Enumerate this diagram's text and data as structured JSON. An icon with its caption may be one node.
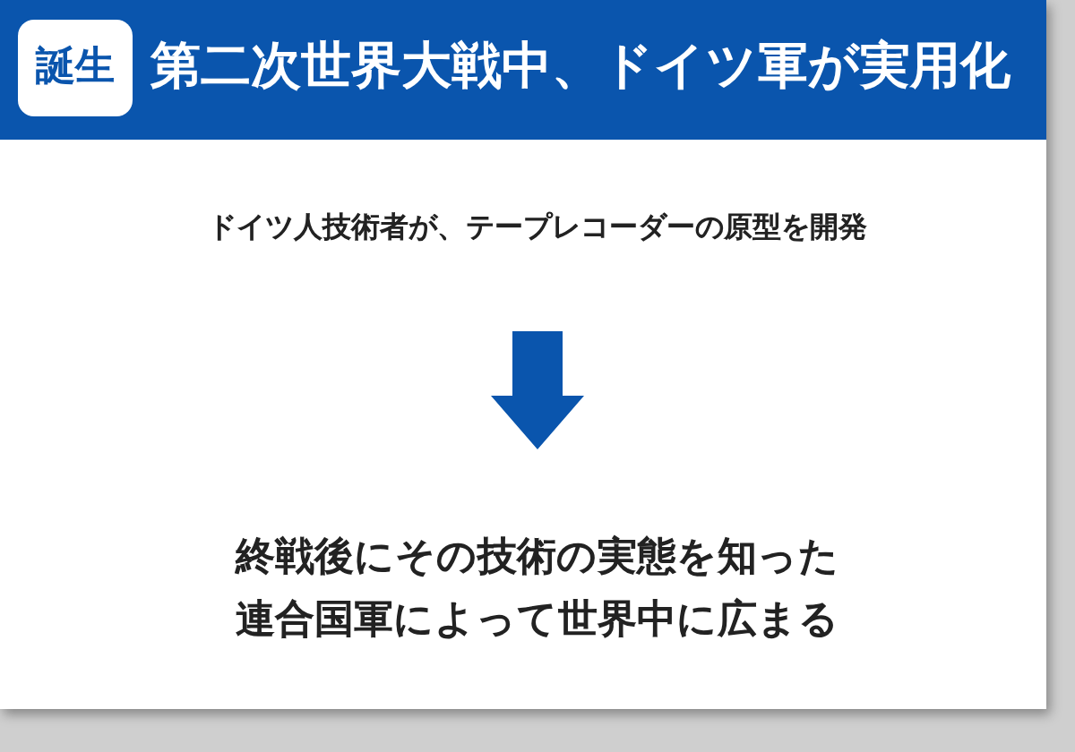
{
  "diagram": {
    "title": "第二次世界大戦中、ドイツ軍が実用化",
    "nodes": [
      {
        "text": [
          "誕生"
        ]
      },
      {
        "text": [
          "ドイツ人技術者が、テープレコーダーの原型を開発"
        ]
      },
      {
        "text": [
          "終戦後にその技術の実態を知った連合国軍によって世界中に広まる"
        ]
      }
    ],
    "edges": [
      {
        "from": 1,
        "to": 2,
        "arrow": "to",
        "style": "thick"
      }
    ]
  }
}
